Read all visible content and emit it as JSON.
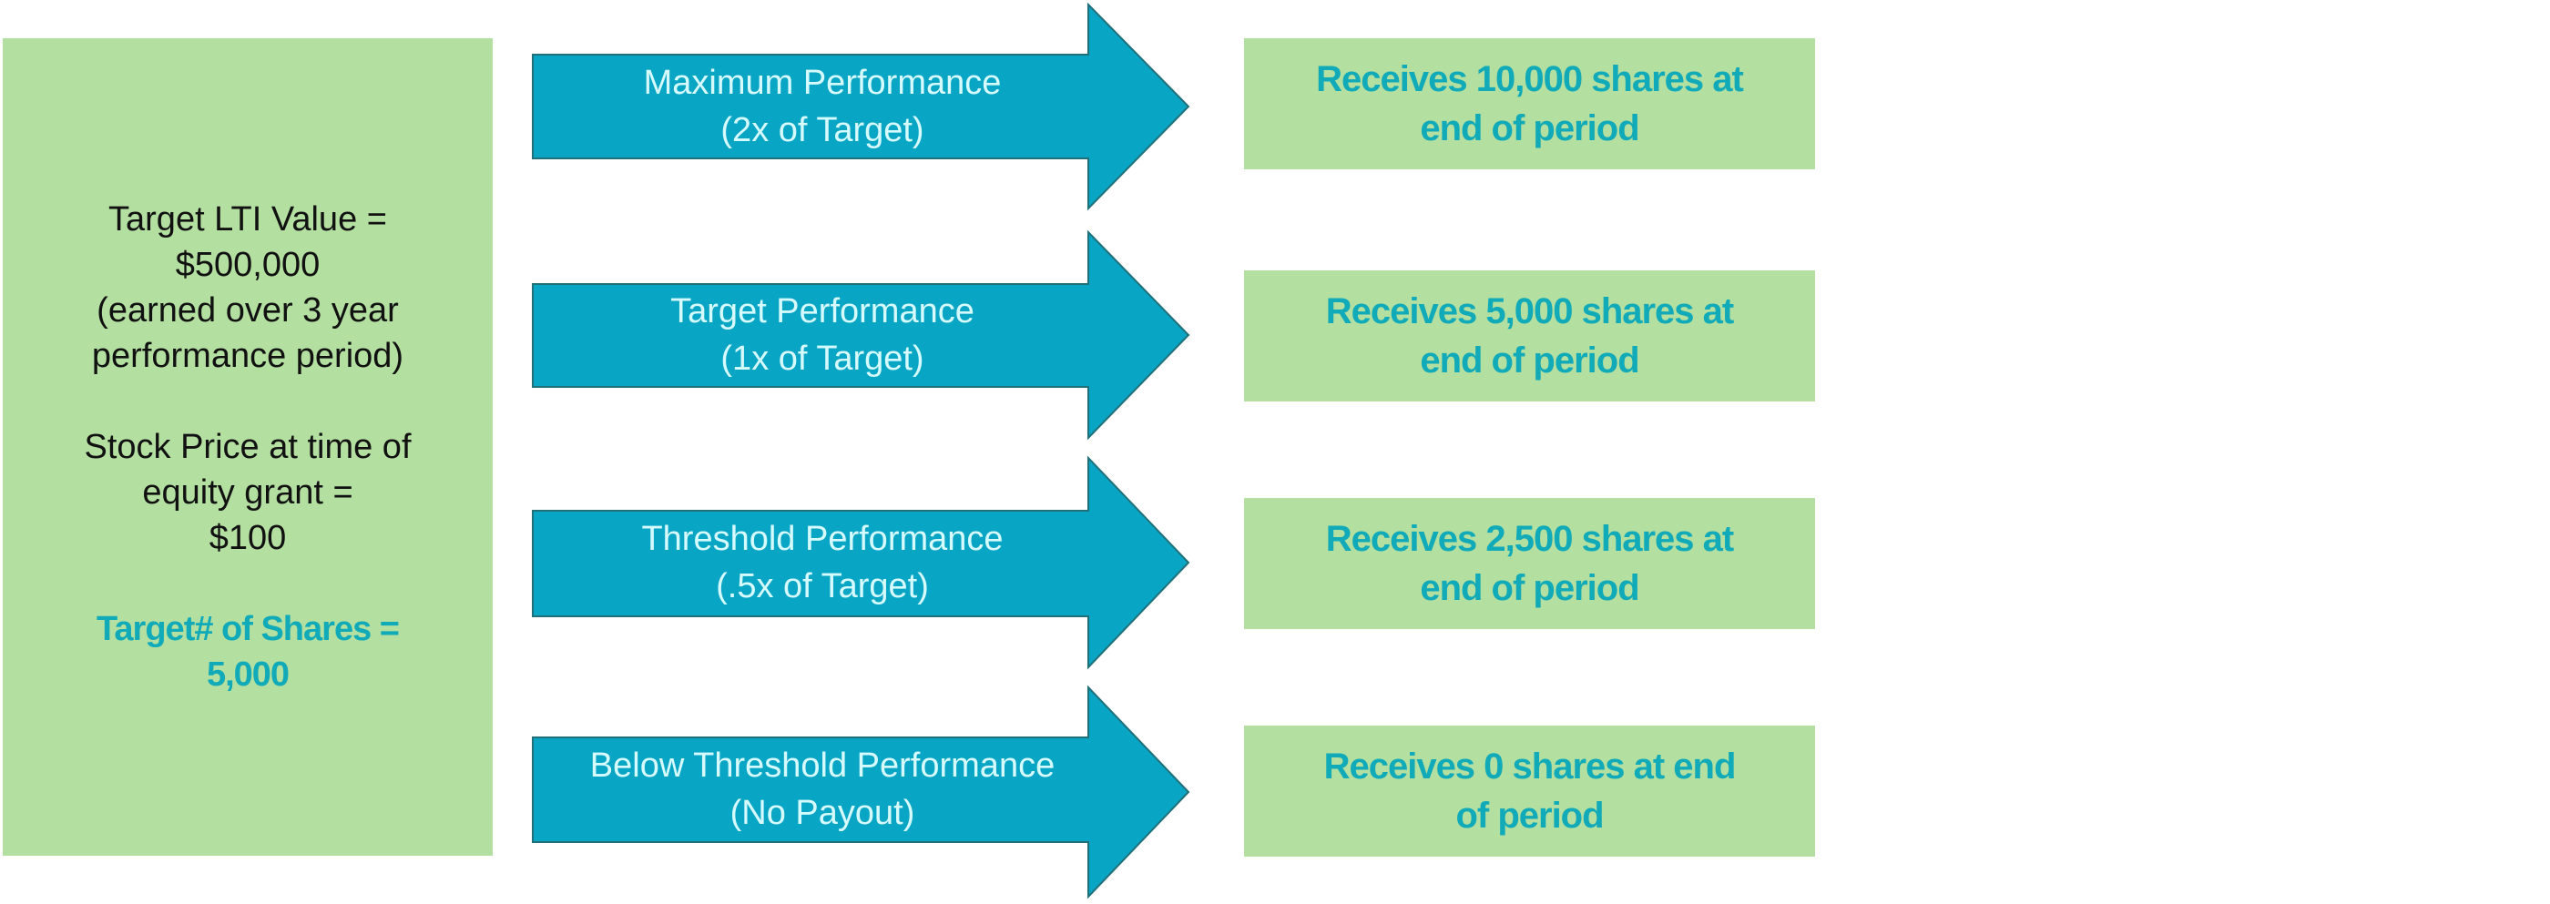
{
  "colors": {
    "panel_green": "#b3dfa0",
    "arrow_teal": "#09a5c4",
    "arrow_border": "#20707a",
    "highlight_teal": "#10aab8",
    "arrow_text": "#d6fbff",
    "body_text": "#111111"
  },
  "left_panel": {
    "lti": [
      "Target LTI Value =",
      "$500,000",
      "(earned over 3 year",
      "performance period)"
    ],
    "stock_price": [
      "Stock Price at time of",
      "equity grant =",
      "$100"
    ],
    "target_shares": [
      "Target# of Shares =",
      "5,000"
    ]
  },
  "tiers": [
    {
      "arrow_label": [
        "Maximum Performance",
        "(2x of Target)"
      ],
      "outcome": [
        "Receives 10,000 shares at",
        "end of period"
      ]
    },
    {
      "arrow_label": [
        "Target Performance",
        "(1x of Target)"
      ],
      "outcome": [
        "Receives 5,000 shares at",
        "end of period"
      ]
    },
    {
      "arrow_label": [
        "Threshold Performance",
        "(.5x of Target)"
      ],
      "outcome": [
        "Receives 2,500 shares at",
        "end of period"
      ]
    },
    {
      "arrow_label": [
        "Below Threshold Performance",
        "(No Payout)"
      ],
      "outcome": [
        "Receives 0 shares at end",
        "of period"
      ]
    }
  ],
  "icons": {
    "arrow": "right-arrow-icon"
  }
}
